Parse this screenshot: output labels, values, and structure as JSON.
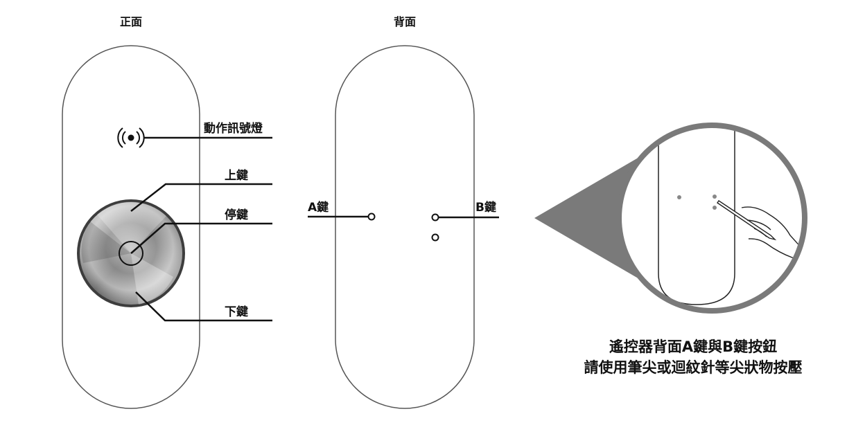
{
  "titles": {
    "front": "正面",
    "back": "背面"
  },
  "labels": {
    "motion_led": "動作訊號燈",
    "up_key": "上鍵",
    "stop_key": "停鍵",
    "down_key": "下鍵",
    "a_key": "A鍵",
    "b_key": "B鍵"
  },
  "caption": {
    "line1": "遙控器背面A鍵與B鍵按鈕",
    "line2": "請使用筆尖或迴紋針等尖狀物按壓"
  },
  "colors": {
    "line": "#111111",
    "callout": "#7a7a7a",
    "outline": "#555555",
    "pin_dot": "#888888"
  }
}
